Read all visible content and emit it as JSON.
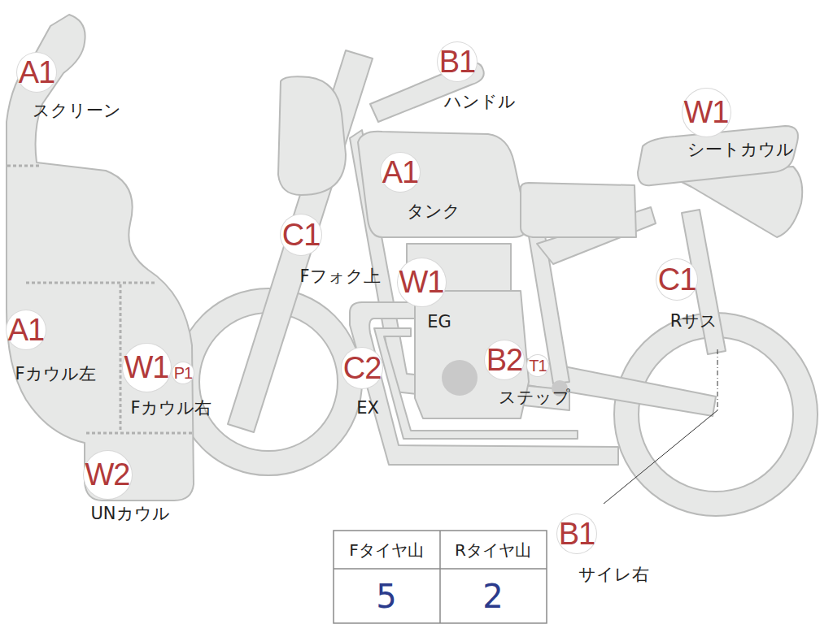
{
  "diagram": {
    "nodes": [
      {
        "text": [
          "A1",
          "スクリーン"
        ]
      },
      {
        "text": [
          "B1",
          "ハンドル"
        ]
      },
      {
        "text": [
          "W1",
          "シートカウル"
        ]
      },
      {
        "text": [
          "A1",
          "タンク"
        ]
      },
      {
        "text": [
          "C1",
          "Fフォク上"
        ]
      },
      {
        "text": [
          "W1",
          "EG"
        ]
      },
      {
        "text": [
          "C1",
          "Rサス"
        ]
      },
      {
        "text": [
          "A1",
          "Fカウル左"
        ]
      },
      {
        "text": [
          "W1",
          "Fカウル右"
        ]
      },
      {
        "text": [
          "P1"
        ]
      },
      {
        "text": [
          "C2",
          "EX"
        ]
      },
      {
        "text": [
          "B2",
          "ステップ"
        ]
      },
      {
        "text": [
          "T1"
        ]
      },
      {
        "text": [
          "W2",
          "UNカウル"
        ]
      },
      {
        "text": [
          "B1",
          "サイレ右"
        ]
      }
    ],
    "edges": [],
    "labels": [
      "Fタイヤ山",
      "Rタイヤ山",
      "5",
      "2"
    ]
  }
}
